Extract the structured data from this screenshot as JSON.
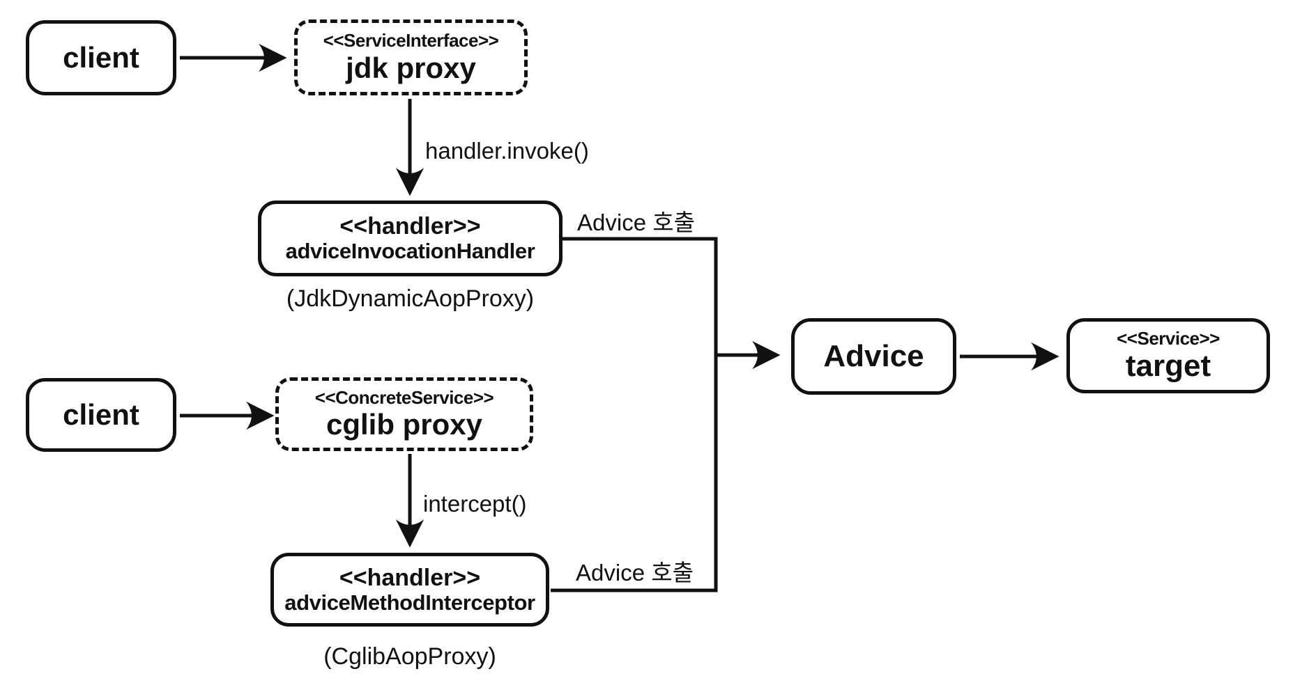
{
  "diagram": {
    "nodes": {
      "client_top": {
        "label": "client"
      },
      "jdk_proxy": {
        "stereotype": "<<ServiceInterface>>",
        "name": "jdk proxy"
      },
      "invocation_handler": {
        "stereotype": "<<handler>>",
        "name": "adviceInvocationHandler",
        "caption": "(JdkDynamicAopProxy)"
      },
      "client_bottom": {
        "label": "client"
      },
      "cglib_proxy": {
        "stereotype": "<<ConcreteService>>",
        "name": "cglib proxy"
      },
      "method_interceptor": {
        "stereotype": "<<handler>>",
        "name": "adviceMethodInterceptor",
        "caption": "(CglibAopProxy)"
      },
      "advice": {
        "label": "Advice"
      },
      "target": {
        "stereotype": "<<Service>>",
        "name": "target"
      }
    },
    "edge_labels": {
      "jdk_call": "handler.invoke()",
      "cglib_call": "intercept()",
      "advice_call_top": "Advice 호출",
      "advice_call_bottom": "Advice 호출"
    },
    "colors": {
      "stroke": "#111111",
      "background": "#ffffff"
    }
  }
}
